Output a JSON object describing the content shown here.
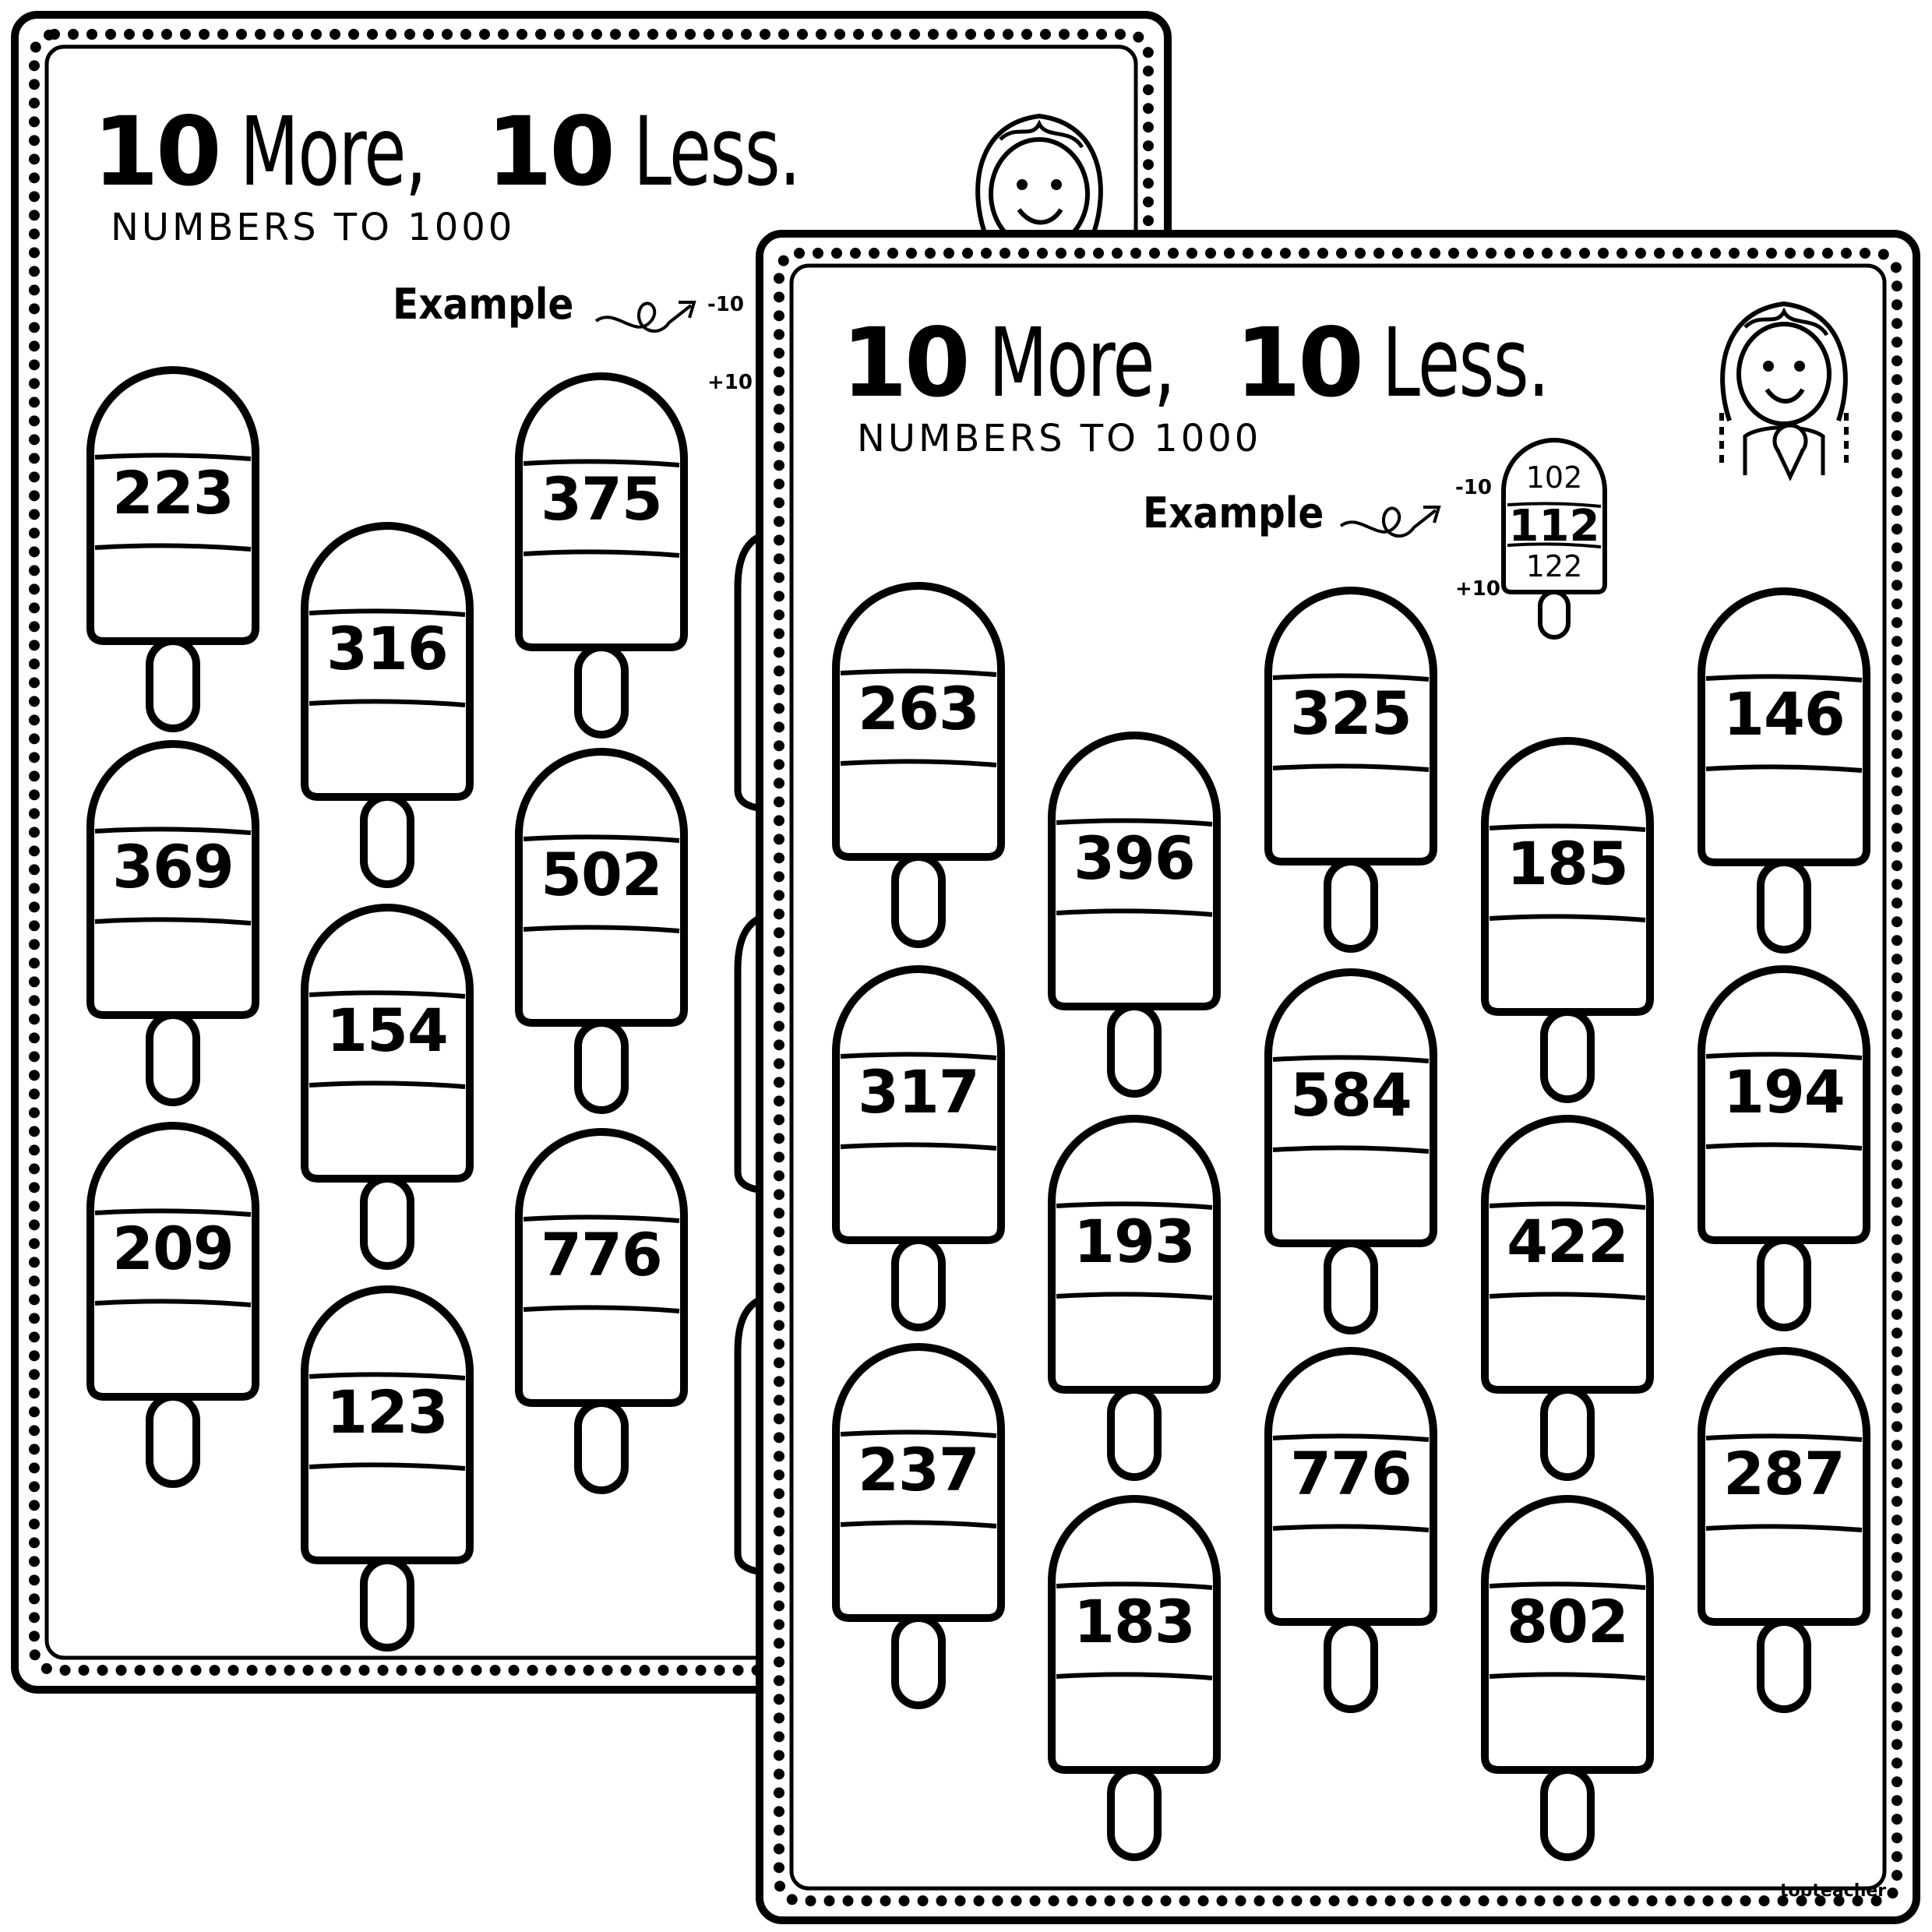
{
  "back_sheet": {
    "title": {
      "number1": "10",
      "word1": "More,",
      "number2": "10",
      "word2": "Less."
    },
    "subtitle": "NUMBERS TO 1000",
    "example": {
      "label": "Example",
      "minus_label": "-10",
      "plus_label": "+10"
    },
    "popsicles": [
      "223",
      "369",
      "209",
      "316",
      "154",
      "123",
      "375",
      "502",
      "776"
    ]
  },
  "front_sheet": {
    "title": {
      "number1": "10",
      "word1": "More,",
      "number2": "10",
      "word2": "Less."
    },
    "subtitle": "NUMBERS TO 1000",
    "example": {
      "label": "Example",
      "minus_label": "-10",
      "plus_label": "+10",
      "less_value": "102",
      "number": "112",
      "more_value": "122"
    },
    "popsicles": [
      "263",
      "317",
      "237",
      "396",
      "193",
      "183",
      "325",
      "584",
      "776",
      "185",
      "422",
      "802",
      "146",
      "194",
      "287"
    ],
    "brand": "topteacher"
  }
}
